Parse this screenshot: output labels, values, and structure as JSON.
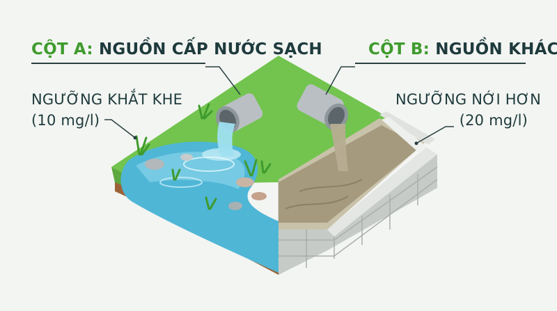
{
  "left_panel": {
    "heading_prefix": "CỘT A:",
    "heading_rest": "NGUỒN CẤP NƯỚC SẠCH",
    "threshold_line1": "NGƯỠNG KHẮT KHE",
    "threshold_line2": "(10 mg/l)"
  },
  "right_panel": {
    "heading_prefix": "CỘT B:",
    "heading_rest": "NGUỒN KHÁC",
    "threshold_line1": "NGƯỠNG NỚI HƠN",
    "threshold_line2": "(20 mg/l)"
  },
  "colors": {
    "accent_green": "#3f9b2d",
    "text_dark": "#1e3a3c",
    "clean_water": "#4fb6d6",
    "murky_water": "#a59a7e",
    "grass": "#6cc24a"
  }
}
